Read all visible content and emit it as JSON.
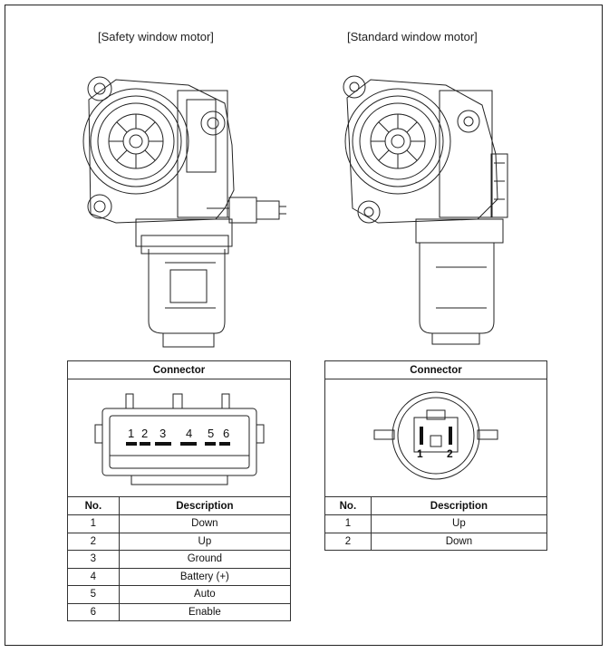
{
  "left": {
    "title": "[Safety window motor]",
    "connector_title": "Connector",
    "pin_labels": [
      "1",
      "2",
      "3",
      "4",
      "5",
      "6"
    ],
    "columns": {
      "no": "No.",
      "description": "Description"
    },
    "rows": [
      {
        "no": "1",
        "description": "Down"
      },
      {
        "no": "2",
        "description": "Up"
      },
      {
        "no": "3",
        "description": "Ground"
      },
      {
        "no": "4",
        "description": "Battery (+)"
      },
      {
        "no": "5",
        "description": "Auto"
      },
      {
        "no": "6",
        "description": "Enable"
      }
    ]
  },
  "right": {
    "title": "[Standard window motor]",
    "connector_title": "Connector",
    "pin_labels": [
      "1",
      "2"
    ],
    "columns": {
      "no": "No.",
      "description": "Description"
    },
    "rows": [
      {
        "no": "1",
        "description": "Up"
      },
      {
        "no": "2",
        "description": "Down"
      }
    ]
  }
}
